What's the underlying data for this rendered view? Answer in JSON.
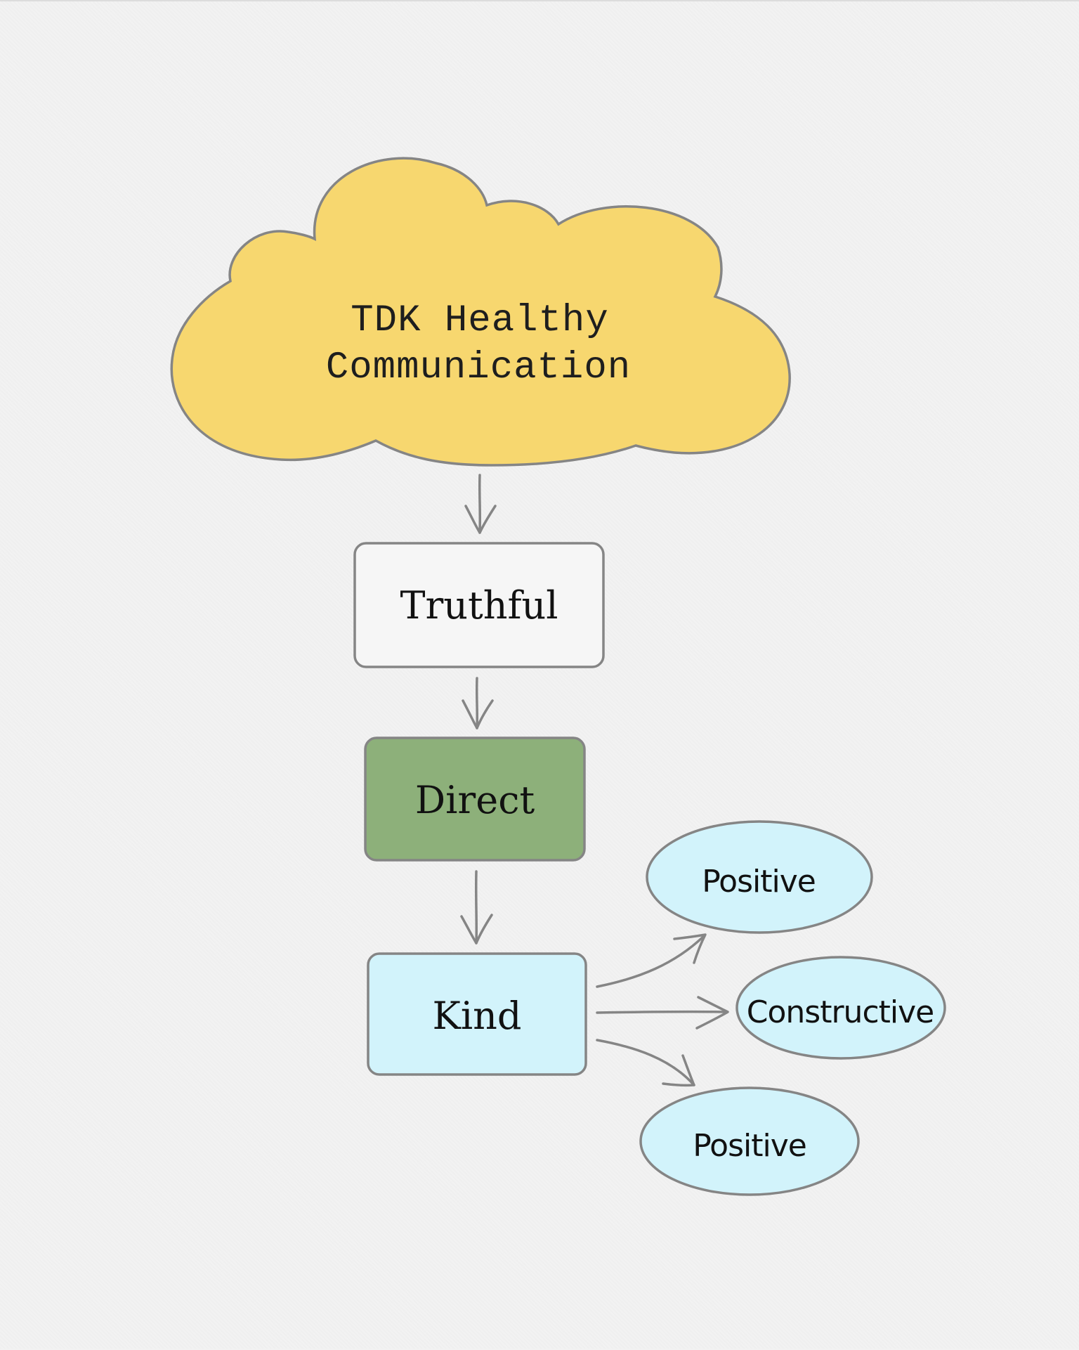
{
  "diagram": {
    "cloud": {
      "line1": "TDK Healthy",
      "line2": "Communication",
      "fill": "#f7d76f"
    },
    "boxes": {
      "truthful": {
        "label": "Truthful",
        "fill": "#f6f6f6"
      },
      "direct": {
        "label": "Direct",
        "fill": "#8db07a"
      },
      "kind": {
        "label": "Kind",
        "fill": "#d2f3fb"
      }
    },
    "ellipses": {
      "top": {
        "label": "Positive",
        "fill": "#d2f3fb"
      },
      "middle": {
        "label": "Constructive",
        "fill": "#d2f3fb"
      },
      "bottom": {
        "label": "Positive",
        "fill": "#d2f3fb"
      }
    },
    "stroke_color": "#858585",
    "background": "#f2f2f2"
  }
}
